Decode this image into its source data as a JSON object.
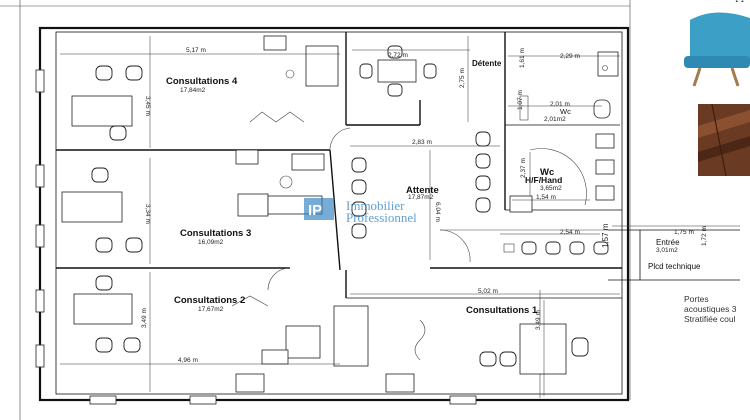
{
  "header_fragment": "M",
  "rooms": {
    "consult4": {
      "name": "Consultations 4",
      "area": "17,84m2"
    },
    "detente": {
      "name": "Détente"
    },
    "wc_small": {
      "name": "Wc",
      "area": "2,01m2"
    },
    "consult3": {
      "name": "Consultations 3",
      "area": "16,09m2"
    },
    "attente": {
      "name": "Attente",
      "area": "17,87m2"
    },
    "wc_hand": {
      "name": "Wc",
      "name2": "H/F/Hand",
      "area": "3,65m2"
    },
    "entree": {
      "name": "Entrée",
      "area": "3,01m2"
    },
    "plcd": {
      "name": "Plcd technique"
    },
    "consult2": {
      "name": "Consultations 2",
      "area": "17,67m2"
    },
    "consult1": {
      "name": "Consultations 1"
    }
  },
  "dimensions": {
    "c4_width": "5,17 m",
    "c4_height": "3,45 m",
    "det_width": "2,72 m",
    "det_height": "2,75 m",
    "det_right": "2,29 m",
    "det_small": "1,61 m",
    "wc_width": "2,01 m",
    "wc_side": "1,07 m",
    "att_width": "2,83 m",
    "att_height": "6,04 m",
    "wch_height": "2,37 m",
    "wch_width": "1,54 m",
    "c3_height": "3,34 m",
    "ent_width1": "2,54 m",
    "ent_height": "1,57 m",
    "ent_width2": "1,75 m",
    "ent_side": "1,72 m",
    "c1_width": "5,02 m",
    "c1_height": "3,49 m",
    "c2_height": "3,49 m",
    "c2_width": "4,96 m"
  },
  "watermark": {
    "logo": "IP",
    "line1": "Immobilier",
    "line2": "Professionnel"
  },
  "notes": {
    "line1": "Portes",
    "line2": "acoustiques 3",
    "line3": "Stratifiée coul"
  },
  "colors": {
    "chair_photo": "#3b9fc6",
    "wood_photo": "#6b3a22",
    "watermark": "#2e7fc1"
  }
}
